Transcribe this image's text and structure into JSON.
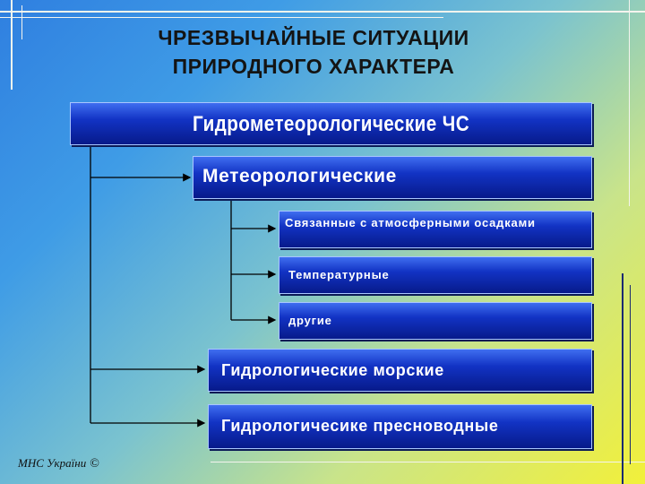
{
  "title": {
    "line1": "ЧРЕЗВЫЧАЙНЫЕ СИТУАЦИИ",
    "line2": "ПРИРОДНОГО ХАРАКТЕРА"
  },
  "root": {
    "label": "Гидрометеорологические ЧС"
  },
  "meteo": {
    "label": "Метеорологические",
    "children": [
      "Связанные с атмосферными осадками",
      "Температурные",
      "другие"
    ]
  },
  "hydro_sea": {
    "label": "Гидрологические морские"
  },
  "hydro_fresh": {
    "label": "Гидрологичесике пресноводные"
  },
  "footer": {
    "org": "МНС України",
    "copyright": "©"
  },
  "colors": {
    "box_dark": "#071a8a",
    "box_light": "#3f6ef0",
    "bg_start": "#2f7fe0",
    "bg_end": "#f2f03a"
  }
}
